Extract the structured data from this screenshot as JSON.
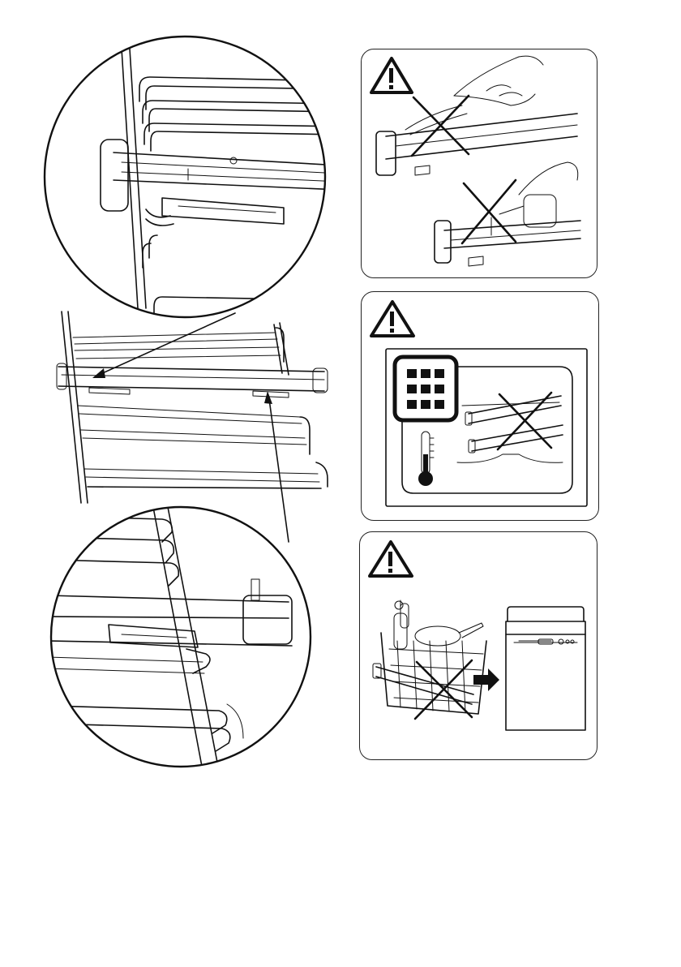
{
  "figure": {
    "description_free": true,
    "panels": [
      {
        "id": "panel-1",
        "warning": true,
        "prohibited": true,
        "subject": "cleaning-telescopic-runners"
      },
      {
        "id": "panel-2",
        "warning": true,
        "prohibited": true,
        "subject": "pyrolytic-cleaning-with-runners"
      },
      {
        "id": "panel-3",
        "warning": true,
        "prohibited": true,
        "subject": "dishwasher-cleaning-runners"
      }
    ],
    "icons": [
      "warning-triangle-icon",
      "prohibited-x-icon",
      "grid-program-icon",
      "thermometer-icon",
      "arrow-right-icon",
      "dishwasher-icon"
    ],
    "colors": {
      "line": "#111111",
      "background": "#ffffff"
    }
  }
}
